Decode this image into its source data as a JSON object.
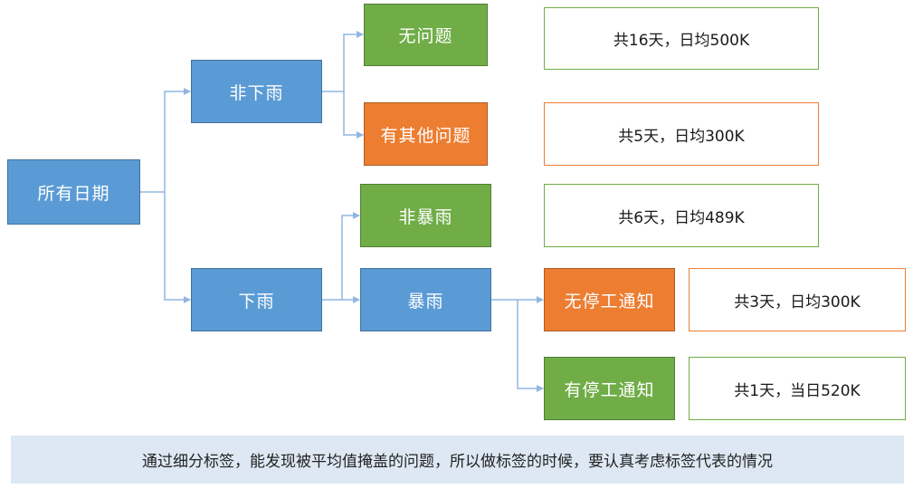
{
  "colors": {
    "blue": "#5b9bd5",
    "green": "#70ad47",
    "orange": "#ed7d31",
    "connector": "#8fb7e0",
    "footer_bg": "#dde8f4"
  },
  "nodes": {
    "all_dates": "所有日期",
    "no_rain": "非下雨",
    "rain": "下雨",
    "no_problem": "无问题",
    "other_problem": "有其他问题",
    "non_rainstorm": "非暴雨",
    "rainstorm": "暴雨",
    "no_stop_notice": "无停工通知",
    "stop_notice": "有停工通知"
  },
  "notes": {
    "no_problem": "共16天，日均500K",
    "other_problem": "共5天，日均300K",
    "non_rainstorm": "共6天，日均489K",
    "no_stop_notice": "共3天，日均300K",
    "stop_notice": "共1天，当日520K"
  },
  "footer": "通过细分标签，能发现被平均值掩盖的问题，所以做标签的时候，要认真考虑标签代表的情况"
}
